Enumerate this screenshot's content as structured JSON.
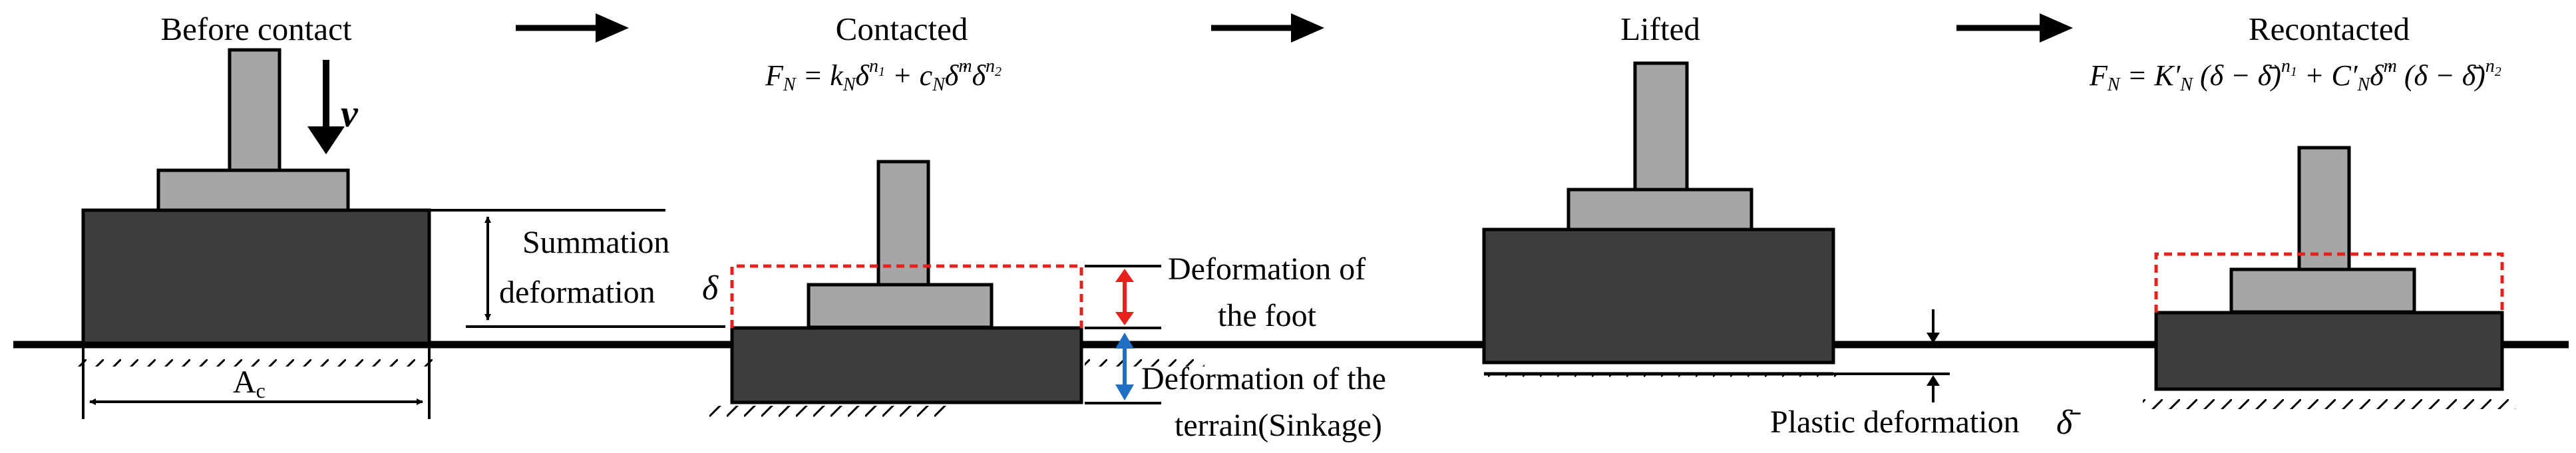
{
  "stages": {
    "before": {
      "title": "Before contact",
      "velocity_symbol": "v",
      "area_label": "A",
      "area_subscript": "c"
    },
    "contacted": {
      "title": "Contacted",
      "equation": "F_N = k_N δ^(n1) + c_N δ̇^m δ^(n2)"
    },
    "lifted": {
      "title": "Lifted"
    },
    "recontacted": {
      "title": "Recontacted",
      "equation": "F_N = K′_N (δ − δ̄)^(n1) + C′_N δ̇^m (δ − δ̄)^(n2)"
    }
  },
  "annotations": {
    "summation_line1": "Summation",
    "summation_line2": "deformation",
    "delta_symbol": "δ",
    "foot_line1": "Deformation of",
    "foot_line2": "the foot",
    "terrain_line1": "Deformation of the",
    "terrain_line2": "terrain(Sinkage)",
    "plastic": "Plastic deformation",
    "delta_bar_symbol": "δ̄"
  },
  "colors": {
    "block_fill": "#3d3d3d",
    "foot_fill": "#a6a6a6",
    "outline": "#000000",
    "foot_deformation_arrow": "#e8201c",
    "terrain_deformation_arrow": "#1f6fc4",
    "dashed_outline": "#e8201c"
  },
  "icons": {
    "stage_arrow": "right-arrow-icon",
    "velocity_arrow": "down-arrow-icon",
    "ground_hatch": "ground-hatching"
  }
}
